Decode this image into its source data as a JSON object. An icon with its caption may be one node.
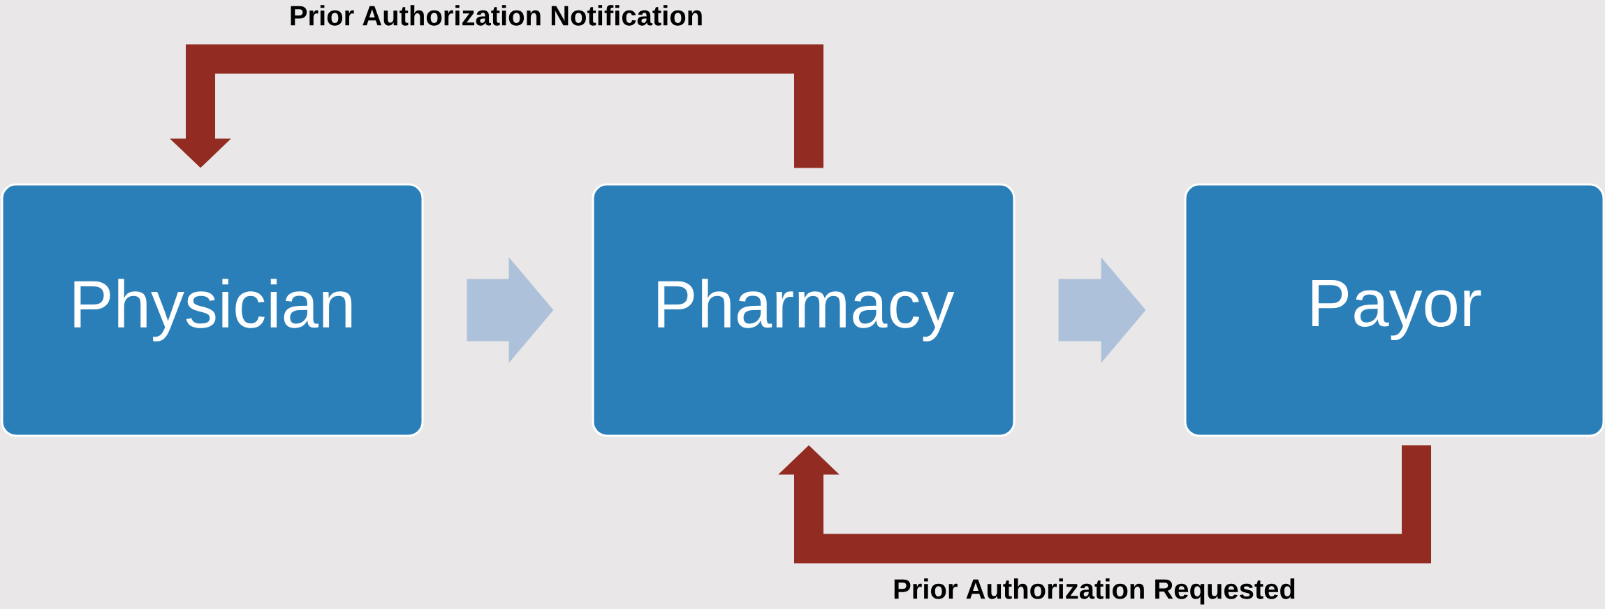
{
  "diagram": {
    "nodes": [
      {
        "text": [
          "Physician"
        ]
      },
      {
        "text": [
          "Pharmacy"
        ]
      },
      {
        "text": [
          "Payor"
        ]
      }
    ],
    "edges": [
      {
        "from": 0,
        "to": 1,
        "arrow": "to",
        "style": "thick",
        "color": "#adc2da"
      },
      {
        "from": 1,
        "to": 2,
        "arrow": "to",
        "style": "thick",
        "color": "#adc2da"
      },
      {
        "from": 1,
        "to": 0,
        "arrow": "to",
        "label": "Prior Authorization Notification",
        "color": "#922b21"
      },
      {
        "from": 2,
        "to": 1,
        "arrow": "to",
        "label": "Prior Authorization Requested",
        "color": "#922b21"
      }
    ]
  }
}
